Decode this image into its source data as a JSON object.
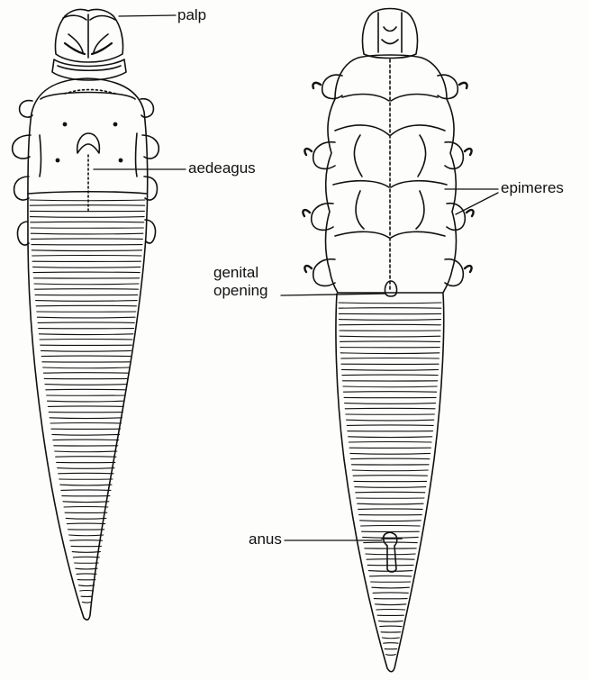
{
  "labels": {
    "palp": "palp",
    "aedeagus": "aedeagus",
    "epimeres": "epimeres",
    "genital_line1": "genital",
    "genital_line2": "opening",
    "anus": "anus"
  },
  "colors": {
    "ink": "#111111",
    "paper": "#fdfdfc"
  }
}
